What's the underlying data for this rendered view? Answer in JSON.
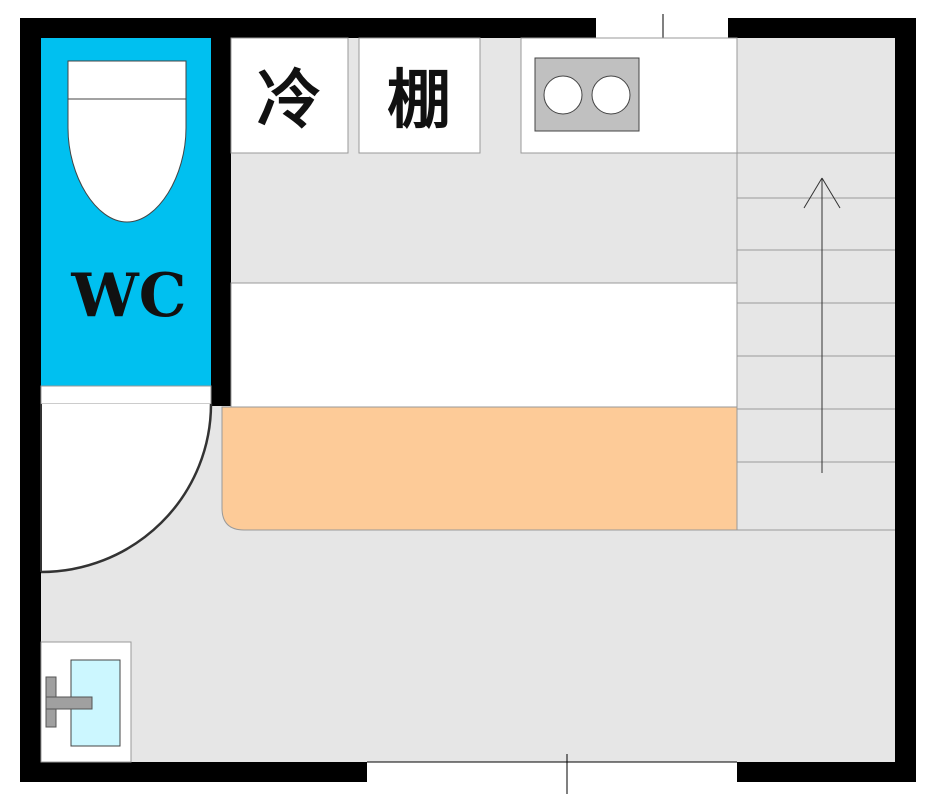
{
  "labels": {
    "toilet": "WC",
    "fridge": "冷",
    "shelf": "棚"
  },
  "colors": {
    "wall": "#000000",
    "floor": "#e6e6e6",
    "toilet_room": "#00c0f0",
    "counter": "#fdcb98",
    "stove": "#c0c0c0",
    "sink": "#ccf7ff",
    "faucet": "#a0a0a0",
    "fixture": "#ffffff"
  },
  "icons": {
    "toilet": "toilet-bowl-icon",
    "stove": "two-burner-stove-icon",
    "sink": "wash-basin-icon",
    "door": "door-swing-icon",
    "stairs": "staircase-up-arrow-icon"
  }
}
